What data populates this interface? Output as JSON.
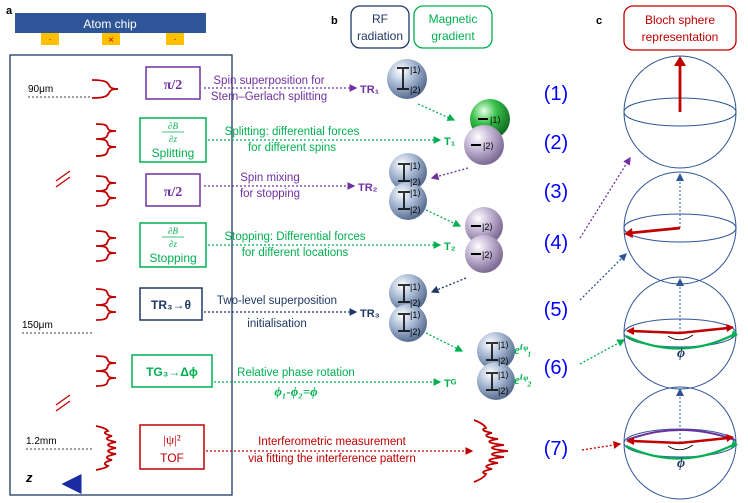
{
  "panel_labels": {
    "a": "a",
    "b": "b",
    "c": "c"
  },
  "atom_chip": "Atom chip",
  "chip_marks": [
    "·",
    "×",
    "·"
  ],
  "z_axis": "z",
  "distances": {
    "d1": "90μm",
    "d2": "150μm",
    "d3": "1.2mm"
  },
  "headers": {
    "rf": [
      "RF",
      "radiation"
    ],
    "mag": [
      "Magnetic",
      "gradient"
    ],
    "bloch": [
      "Bloch sphere",
      "representation"
    ]
  },
  "boxes": {
    "pi1": "π/2",
    "split_top": "∂B",
    "split_bot": "∂z",
    "split_label": "Splitting",
    "pi2": "π/2",
    "stop_top": "∂B",
    "stop_bot": "∂z",
    "stop_label": "Stopping",
    "tr3": "TR₃→θ",
    "tg3": "TG₃→Δϕ",
    "tof_top": "|ψ|²",
    "tof_bot": "TOF"
  },
  "descriptions": {
    "d1": [
      "Spin superposition for",
      "Stern–Gerlach splitting"
    ],
    "d2": [
      "Splitting: differential forces",
      "for different spins"
    ],
    "d3": [
      "Spin mixing",
      "for stopping"
    ],
    "d4": [
      "Stopping: Differential forces",
      "for different locations"
    ],
    "d5": [
      "Two-level superposition",
      "initialisation"
    ],
    "d6": [
      "Relative phase rotation",
      "ϕ₁-ϕ₂=ϕ"
    ],
    "d7": [
      "Interferometric measurement",
      "via fitting the interference pattern"
    ]
  },
  "pulses": {
    "tr1": "TR₁",
    "t1": "T₁",
    "tr2": "TR₂",
    "t2": "T₂",
    "tr3": "TR₃",
    "tg": "Tᴳ"
  },
  "ket1": "|1⟩",
  "ket2": "|2⟩",
  "phases": {
    "p1": "eⁱᵠ₁",
    "p2": "eⁱᵠ₂"
  },
  "phase_labels": {
    "p1": "e^iϕ1",
    "p2": "e^iϕ2"
  },
  "steps": [
    "(1)",
    "(2)",
    "(3)",
    "(4)",
    "(5)",
    "(6)",
    "(7)"
  ],
  "phi": "ϕ",
  "colors": {
    "purple": "#7030a0",
    "green": "#00b050",
    "red": "#c00000",
    "navy": "#1f3864",
    "blue": "#0000ff",
    "chip": "#2e5597",
    "gold": "#ffc000"
  }
}
